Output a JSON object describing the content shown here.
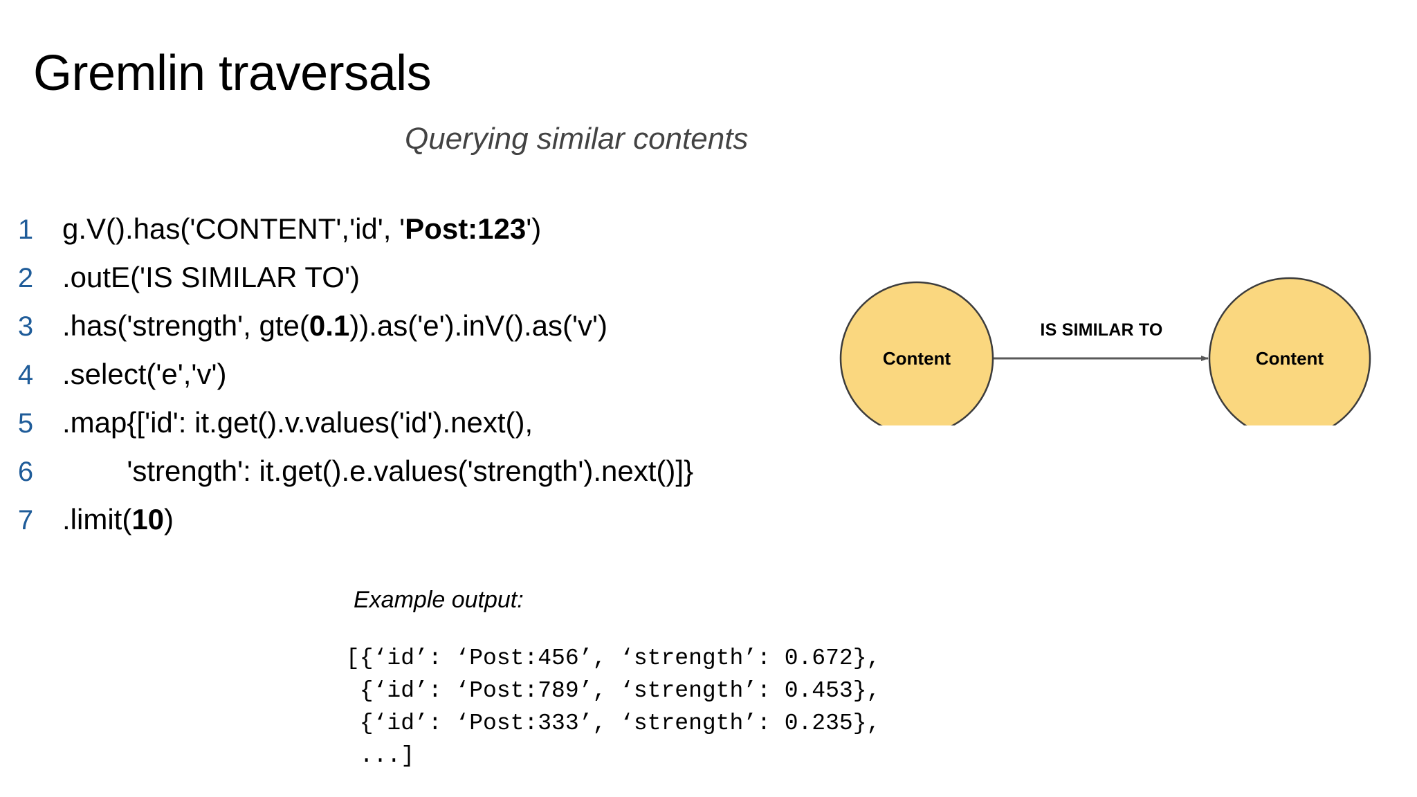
{
  "slide": {
    "title": "Gremlin traversals",
    "subtitle": "Querying similar contents"
  },
  "code": {
    "language": "gremlin",
    "line_number_color": "#1F5C99",
    "lines": [
      {
        "no": "1",
        "segments": [
          {
            "t": "g.V().has('CONTENT','id', '",
            "b": false
          },
          {
            "t": "Post:123",
            "b": true
          },
          {
            "t": "')",
            "b": false
          }
        ]
      },
      {
        "no": "2",
        "segments": [
          {
            "t": ".outE('IS SIMILAR TO')",
            "b": false
          }
        ]
      },
      {
        "no": "3",
        "segments": [
          {
            "t": ".has('strength', gte(",
            "b": false
          },
          {
            "t": "0.1",
            "b": true
          },
          {
            "t": ")).as('e').inV().as('v')",
            "b": false
          }
        ]
      },
      {
        "no": "4",
        "segments": [
          {
            "t": ".select('e','v')",
            "b": false
          }
        ]
      },
      {
        "no": "5",
        "segments": [
          {
            "t": ".map{['id': it.get().v.values('id').next(),",
            "b": false
          }
        ]
      },
      {
        "no": "6",
        "segments": [
          {
            "t": "        'strength': it.get().e.values('strength').next()]}",
            "b": false
          }
        ]
      },
      {
        "no": "7",
        "segments": [
          {
            "t": ".limit(",
            "b": false
          },
          {
            "t": "10",
            "b": true
          },
          {
            "t": ")",
            "b": false
          }
        ]
      }
    ]
  },
  "example": {
    "label": "Example output:",
    "text": "[{‘id’: ‘Post:456’, ‘strength’: 0.672},\n {‘id’: ‘Post:789’, ‘strength’: 0.453},\n {‘id’: ‘Post:333’, ‘strength’: 0.235},\n ...]",
    "rows": [
      {
        "id": "Post:456",
        "strength": "0.672"
      },
      {
        "id": "Post:789",
        "strength": "0.453"
      },
      {
        "id": "Post:333",
        "strength": "0.235"
      }
    ],
    "ellipsis": "...]"
  },
  "graph": {
    "node_fill": "#FAD77F",
    "node_stroke": "#3C3C3C",
    "edge_color": "#595959",
    "source_node_label": "Content",
    "target_node_label": "Content",
    "edge_label": "IS SIMILAR TO"
  }
}
